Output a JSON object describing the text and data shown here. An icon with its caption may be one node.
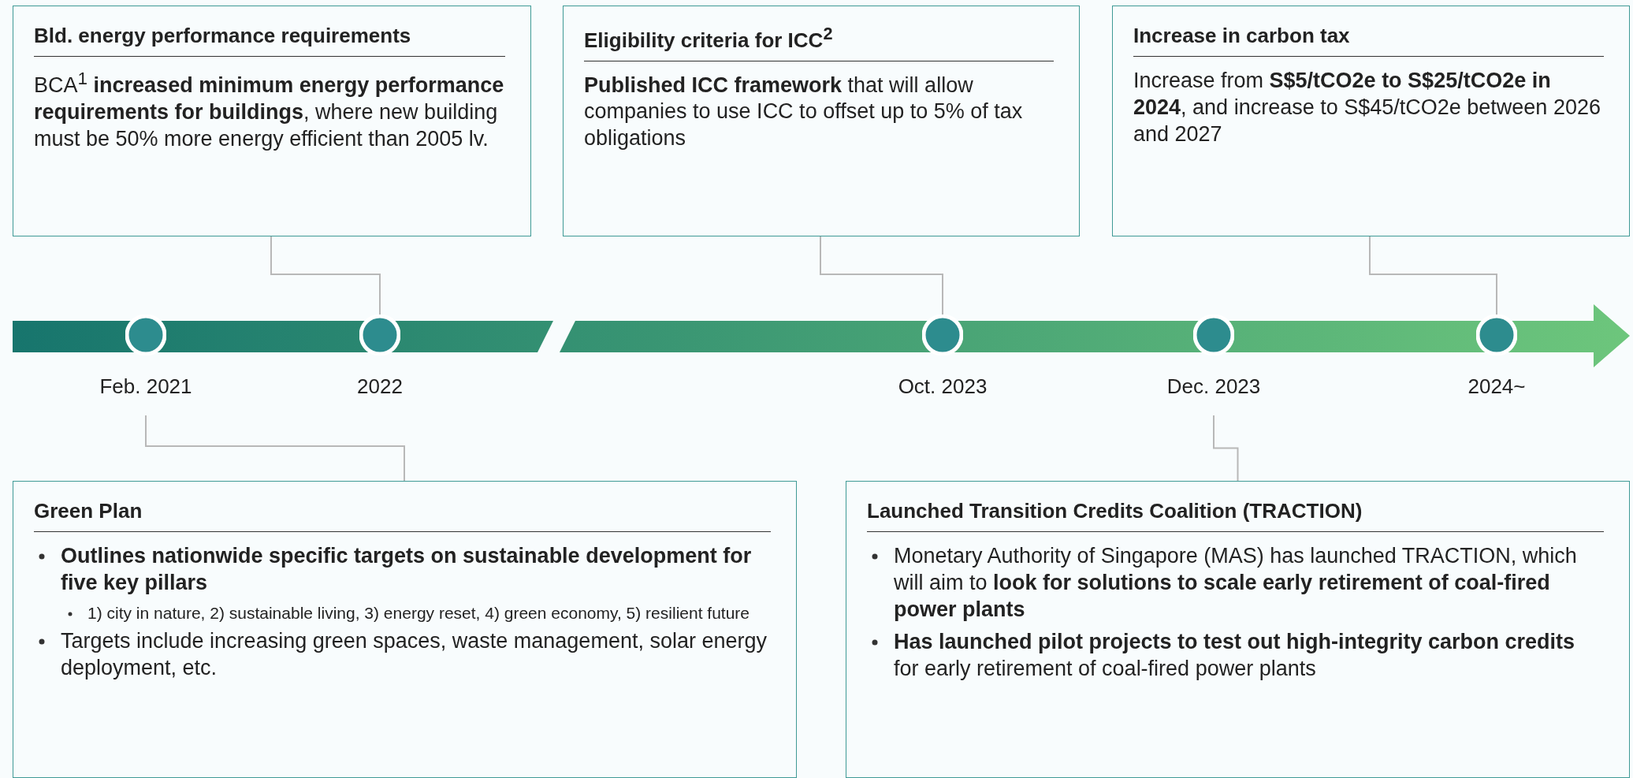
{
  "diagram": {
    "nodes": [
      {
        "text": [
          "Bld. energy performance requirements",
          "BCA$^{1}$ **increased minimum energy performance requirements for buildings**, where new building must be 50% more energy efficient than 2005 lv."
        ]
      },
      {
        "text": [
          "Eligibility criteria for ICC$^{2}$",
          "**Published ICC framework** that will allow companies to use ICC to offset up to 5% of tax obligations"
        ]
      },
      {
        "text": [
          "Increase in carbon tax",
          "Increase from **S$5/tCO2e to S$25/tCO2e in 2024**, and increase to S$45/tCO2e between 2026 and 2027"
        ]
      },
      {
        "text": [],
        "shape": "circle",
        "beside": [
          "Feb. 2021"
        ]
      },
      {
        "text": [],
        "shape": "circle",
        "beside": [
          "2022"
        ]
      },
      {
        "text": [],
        "shape": "circle",
        "beside": [
          "Oct. 2023"
        ]
      },
      {
        "text": [],
        "shape": "circle",
        "beside": [
          "Dec. 2023"
        ]
      },
      {
        "text": [],
        "shape": "circle",
        "beside": [
          "2024~"
        ]
      },
      {
        "text": [
          "Green Plan",
          "**Outlines nationwide specific targets on sustainable development for five key pillars**",
          "1) city in nature, 2) sustainable living, 3) energy reset, 4) green economy, 5) resilient future",
          "Targets include increasing green spaces, waste management, solar energy deployment, etc."
        ]
      },
      {
        "text": [
          "Launched Transition Credits Coalition (TRACTION)",
          "Monetary Authority of Singapore (MAS) has launched TRACTION, which will aim to **look for solutions to scale early retirement of coal-fired power plants**",
          "**Has launched pilot projects to test out high-integrity carbon credits** for early retirement of coal-fired power plants"
        ]
      }
    ],
    "edges": [
      {
        "from": 0,
        "to": 4,
        "arrow": "none"
      },
      {
        "from": 1,
        "to": 5,
        "arrow": "none"
      },
      {
        "from": 2,
        "to": 7,
        "arrow": "none"
      },
      {
        "from": 3,
        "to": 8,
        "arrow": "none"
      },
      {
        "from": 6,
        "to": 9,
        "arrow": "none"
      }
    ]
  }
}
